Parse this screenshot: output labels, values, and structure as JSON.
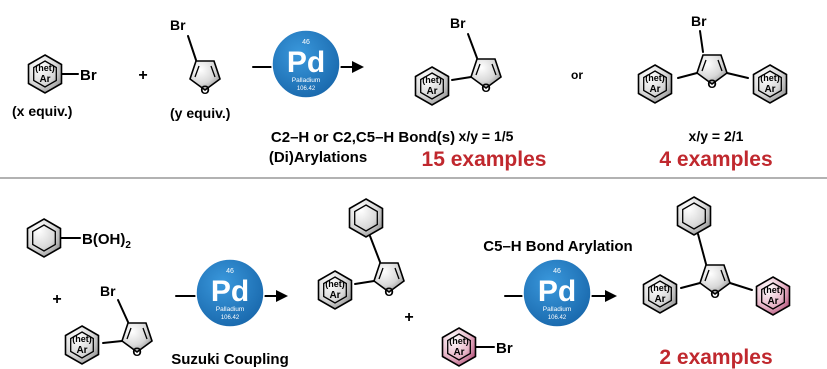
{
  "top": {
    "reagent1_label": "Br",
    "reagent1_equiv": "(x equiv.)",
    "plus": "+",
    "furan_br_label": "Br",
    "furan_o_label": "O",
    "reagent2_equiv": "(y equiv.)",
    "condition_line1": "C2–H or C2,C5–H Bond(s)",
    "condition_line2": "(Di)Arylations",
    "product1_br": "Br",
    "product1_o": "O",
    "product1_ratio": "x/y = 1/5",
    "product1_examples": "15 examples",
    "or": "or",
    "product2_br": "Br",
    "product2_o": "O",
    "product2_ratio": "x/y = 2/1",
    "product2_examples": "4 examples"
  },
  "bottom": {
    "boronic_label": "B(OH)",
    "boronic_sub": "2",
    "plus1": "+",
    "start_br": "Br",
    "start_o": "O",
    "suzuki_label": "Suzuki Coupling",
    "intermediate_o": "O",
    "plus2": "+",
    "arbr_label": "Br",
    "c5_label": "C5–H Bond Arylation",
    "final_o": "O",
    "final_examples": "2 examples"
  },
  "het_ar": {
    "line1": "(het)",
    "line2": "Ar"
  },
  "palladium": {
    "number": "46",
    "symbol": "Pd",
    "name": "Palladium",
    "mass": "106.42"
  },
  "colors": {
    "accent_red": "#c0282e",
    "pd_blue": "#1f7fc4",
    "divider": "#999999"
  }
}
